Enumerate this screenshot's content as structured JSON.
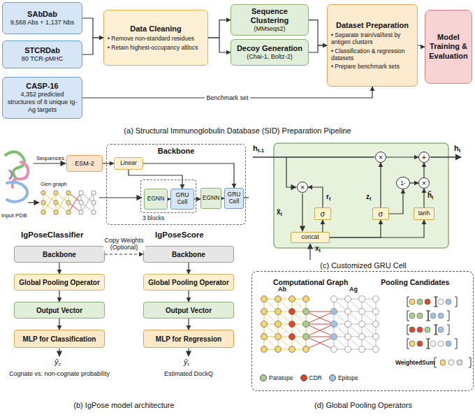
{
  "diagram": {
    "nodes": [
      {
        "text": [
          "SAbDab",
          "9,568 Abs + 1,137 Nbs"
        ]
      },
      {
        "text": [
          "STCRDab",
          "80 TCR-pMHC"
        ]
      },
      {
        "text": [
          "CASP-16",
          "4,352 predicted structures of 8 unique Ig-Ag targets"
        ]
      },
      {
        "text": [
          "Data Cleaning",
          "• Remove non-standard residues",
          "• Retain highest-occupancy altlocs"
        ]
      },
      {
        "text": [
          "Sequence Clustering",
          "(MMseqs2)"
        ]
      },
      {
        "text": [
          "Decoy Generation",
          "(Chai-1, Boltz-2)"
        ]
      },
      {
        "text": [
          "Dataset Preparation",
          "• Separate train/val/test by antigen clusters",
          "• Classification & regression datasets",
          "• Prepare benchmark sets"
        ]
      },
      {
        "text": [
          "Model Training & Evaluation"
        ]
      },
      {
        "text": [
          "ESM-2"
        ]
      },
      {
        "text": [
          "Backbone"
        ]
      },
      {
        "text": [
          "Linear"
        ],
        "in": 9
      },
      {
        "text": [
          "3 blocks"
        ],
        "in": 9
      },
      {
        "text": [
          "EGNN"
        ],
        "in": 11
      },
      {
        "text": [
          "GRU Cell"
        ],
        "in": 11
      },
      {
        "text": [
          "EGNN"
        ],
        "in": 9
      },
      {
        "text": [
          "GRU Cell"
        ],
        "in": 9
      },
      {
        "text": [
          "Backbone"
        ]
      },
      {
        "text": [
          "Global Pooling Operator"
        ]
      },
      {
        "text": [
          "Output Vector"
        ]
      },
      {
        "text": [
          "MLP for Classification"
        ]
      },
      {
        "text": [
          "Backbone"
        ]
      },
      {
        "text": [
          "Global Pooling Operator"
        ]
      },
      {
        "text": [
          "Output Vector"
        ]
      },
      {
        "text": [
          "MLP for Regression"
        ]
      },
      {
        "text": [
          "×"
        ]
      },
      {
        "text": [
          "+"
        ]
      },
      {
        "text": [
          "×"
        ]
      },
      {
        "text": [
          "1-"
        ]
      },
      {
        "text": [
          "×"
        ]
      },
      {
        "text": [
          "σ"
        ]
      },
      {
        "text": [
          "σ"
        ]
      },
      {
        "text": [
          "tanh"
        ]
      },
      {
        "text": [
          "concat"
        ]
      },
      {
        "text": [
          "Computational Graph",
          "Pooling Candidates"
        ]
      }
    ],
    "edges": [
      {
        "from": 0,
        "to": 3,
        "arrow": "to"
      },
      {
        "from": 1,
        "to": 3,
        "arrow": "to"
      },
      {
        "from": 3,
        "to": 4,
        "arrow": "to"
      },
      {
        "from": 3,
        "to": 5,
        "arrow": "to"
      },
      {
        "from": 4,
        "to": 6,
        "arrow": "to"
      },
      {
        "from": 5,
        "to": 6,
        "arrow": "to"
      },
      {
        "from": 2,
        "to": 6,
        "label": "Benchmark set",
        "arrow": "to"
      },
      {
        "from": 6,
        "to": 7,
        "arrow": "to"
      },
      {
        "from": 8,
        "to": 10,
        "arrow": "to"
      },
      {
        "from": 10,
        "to": 13,
        "arrow": "to"
      },
      {
        "from": 12,
        "to": 13,
        "arrow": "to"
      },
      {
        "from": 13,
        "to": 14,
        "arrow": "to"
      },
      {
        "from": 14,
        "to": 15,
        "arrow": "to"
      },
      {
        "from": 10,
        "to": 15,
        "arrow": "to"
      },
      {
        "from": 16,
        "to": 17,
        "arrow": "to"
      },
      {
        "from": 17,
        "to": 18,
        "arrow": "to"
      },
      {
        "from": 18,
        "to": 19,
        "arrow": "to"
      },
      {
        "from": 20,
        "to": 21,
        "arrow": "to"
      },
      {
        "from": 21,
        "to": 22,
        "arrow": "to"
      },
      {
        "from": 22,
        "to": 23,
        "arrow": "to"
      },
      {
        "from": 16,
        "to": 20,
        "label": "Copy Weights (Optional)",
        "arrow": "to"
      },
      {
        "from": 32,
        "to": 29,
        "arrow": "to"
      },
      {
        "from": 32,
        "to": 30,
        "arrow": "to"
      },
      {
        "from": 32,
        "to": 31,
        "arrow": "to"
      },
      {
        "from": 29,
        "to": 26,
        "arrow": "to"
      },
      {
        "from": 30,
        "to": 24,
        "arrow": "to"
      },
      {
        "from": 30,
        "to": 27,
        "arrow": "to"
      },
      {
        "from": 27,
        "to": 28,
        "arrow": "to"
      },
      {
        "from": 31,
        "to": 28,
        "arrow": "to"
      },
      {
        "from": 28,
        "to": 25,
        "arrow": "to"
      },
      {
        "from": 24,
        "to": 25,
        "arrow": "to"
      }
    ],
    "labels": [
      "(a) Structural Immunoglobulin Database (SID) Preparation Pipeline",
      "Input PDB",
      "Sequences",
      "Gen graph",
      "IgPoseClassifier",
      "IgPoseScore",
      "ŷc",
      "Cognate vs. non-cognate probability",
      "ŷr",
      "Estimated DockQ",
      "(b) IgPose model architecture",
      "ht-1",
      "ht",
      "rt",
      "zt",
      "h̃t",
      "x̃t",
      "xt",
      "(c) Customized GRU Cell",
      "Ab",
      "Ag",
      "WeightedSum",
      "(d) Global Pooling Operators"
    ],
    "legend": [
      {
        "text": "Paratope",
        "color": "#a8d08d"
      },
      {
        "text": "CDR",
        "color": "#e0452a"
      },
      {
        "text": "Epitope",
        "color": "#9dc3e6"
      }
    ]
  }
}
